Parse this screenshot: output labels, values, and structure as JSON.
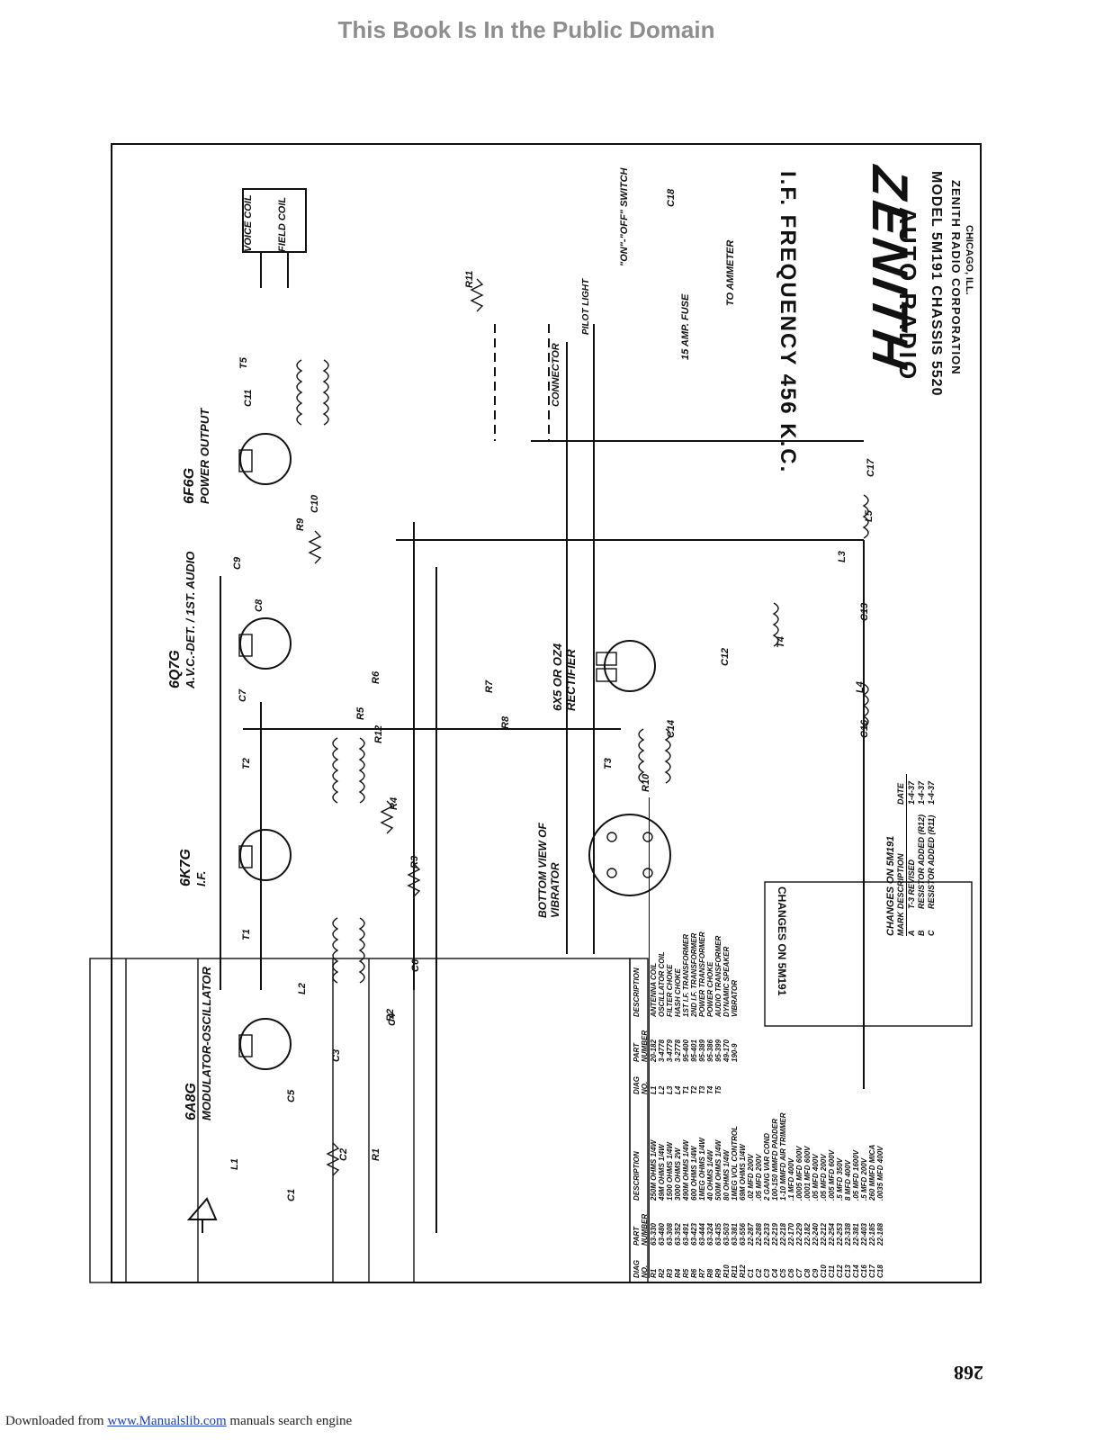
{
  "header": {
    "banner": "This Book Is In the Public Domain"
  },
  "footer": {
    "prefix": "Downloaded from ",
    "link": "www.Manualslib.com",
    "suffix": " manuals search engine"
  },
  "page_number": "268",
  "title_block": {
    "if_frequency": "I.F. FREQUENCY 456 K.C.",
    "brand": "ZENITH",
    "product": "AUTO RADIO",
    "model": "MODEL 5M191   CHASSIS 5520",
    "company": "ZENITH RADIO CORPORATION",
    "city": "CHICAGO, ILL."
  },
  "tubes": [
    {
      "type": "6A8G",
      "function": "MODULATOR-OSCILLATOR"
    },
    {
      "type": "6K7G",
      "function": "I.F."
    },
    {
      "type": "6Q7G",
      "function": "A.V.C.-DET. / 1ST. AUDIO"
    },
    {
      "type": "6F6G",
      "function": "POWER OUTPUT"
    },
    {
      "type": "6X5 OR OZ4",
      "function": "RECTIFIER"
    }
  ],
  "labels": {
    "voice_coil": "VOICE COIL",
    "field_coil": "FIELD COIL",
    "on_off_switch": "\"ON\"-\"OFF\" SWITCH",
    "pilot_light": "PILOT LIGHT",
    "connector": "CONNECTOR",
    "fuse": "15 AMP. FUSE",
    "to_ammeter": "TO AMMETER",
    "vibrator_view": "BOTTOM VIEW OF VIBRATOR"
  },
  "changes": {
    "title": "CHANGES ON 5M191",
    "headers": [
      "MARK",
      "DESCRIPTION",
      "DATE"
    ],
    "rows": [
      [
        "A",
        "T-3 REVISED",
        "1-4-37"
      ],
      [
        "B",
        "RESISTOR ADDED (R12)",
        "1-4-37"
      ],
      [
        "C",
        "RESISTOR ADDED (R11)",
        "1-4-37"
      ]
    ]
  },
  "parts_table_left": {
    "headers": [
      "DIAG NO.",
      "PART NUMBER",
      "DESCRIPTION"
    ],
    "rows": [
      [
        "R1",
        "63-330",
        "250M OHMS 1/4W"
      ],
      [
        "R2",
        "63-480",
        "49M OHMS 1/4W"
      ],
      [
        "R3",
        "63-308",
        "1500 OHMS 1/4W"
      ],
      [
        "R4",
        "63-352",
        "3000 OHMS 2W"
      ],
      [
        "R5",
        "63-491",
        "490M OHMS 1/4W"
      ],
      [
        "R6",
        "63-423",
        "600 OHMS 1/4W"
      ],
      [
        "R7",
        "63-444",
        "1MEG OHMS 1/4W"
      ],
      [
        "R8",
        "63-324",
        "40 OHMS 1/4W"
      ],
      [
        "R9",
        "63-435",
        "500M OHMS 1/4W"
      ],
      [
        "R10",
        "63-503",
        "80 OHMS 1/4W"
      ],
      [
        "R11",
        "63-381",
        "1MEG VOL CONTROL"
      ],
      [
        "R12",
        "63-556",
        "69M OHMS 1/4W"
      ],
      [
        "C1",
        "22-287",
        ".02 MFD 200V"
      ],
      [
        "C2",
        "22-288",
        ".05 MFD 200V"
      ],
      [
        "C3",
        "22-233",
        "2 GANG VAR COND"
      ],
      [
        "C4",
        "22-219",
        "100-150 MMFD PADDER"
      ],
      [
        "C5",
        "22-218",
        "1-10 MMFD AIR TRIMMER"
      ],
      [
        "C6",
        "22-170",
        ".1 MFD 400V"
      ],
      [
        "C7",
        "22-229",
        ".0005 MFD 600V"
      ],
      [
        "C8",
        "22-182",
        ".0001 MFD 600V"
      ],
      [
        "C9",
        "22-240",
        ".05 MFD 400V"
      ],
      [
        "C10",
        "22-212",
        ".05 MFD 200V"
      ],
      [
        "C11",
        "22-254",
        ".005 MFD 600V"
      ],
      [
        "C12",
        "22-253",
        ".5 MFD 350V"
      ],
      [
        "C13",
        "22-338",
        "8 MFD 400V"
      ],
      [
        "C14",
        "22-381",
        ".05 MFD 1600V"
      ],
      [
        "C16",
        "22-403",
        ".5 MFD 200V"
      ],
      [
        "C17",
        "22-185",
        "260 MMFD MICA"
      ],
      [
        "C18",
        "22-188",
        ".0035 MFD 400V"
      ]
    ]
  },
  "parts_table_right": {
    "headers": [
      "DIAG NO.",
      "PART NUMBER",
      "DESCRIPTION"
    ],
    "rows": [
      [
        "L1",
        "20-182",
        "ANTENNA COIL"
      ],
      [
        "L2",
        "3-4778",
        "OSCILLATOR COIL"
      ],
      [
        "L3",
        "3-4779",
        "FILTER CHOKE"
      ],
      [
        "L4",
        "3-2778",
        "HASH CHOKE"
      ],
      [
        "T1",
        "95-400",
        "1ST I.F. TRANSFORMER"
      ],
      [
        "T2",
        "95-401",
        "2ND I.F. TRANSFORMER"
      ],
      [
        "T3",
        "95-389",
        "POWER TRANSFORMER"
      ],
      [
        "T4",
        "95-386",
        "POWER CHOKE"
      ],
      [
        "T5",
        "95-399",
        "AUDIO TRANSFORMER"
      ],
      [
        "",
        "49-170",
        "DYNAMIC SPEAKER"
      ],
      [
        "",
        "190-9",
        "VIBRATOR"
      ]
    ]
  },
  "component_labels": [
    "L1",
    "L2",
    "L3",
    "L4",
    "L5",
    "T1",
    "T2",
    "T3",
    "T4",
    "T5",
    "C1",
    "C2",
    "C3",
    "C4",
    "C5",
    "C6",
    "C7",
    "C8",
    "C9",
    "C10",
    "C11",
    "C12",
    "C13",
    "C14",
    "C16",
    "C17",
    "C18",
    "R1",
    "R2",
    "R3",
    "R4",
    "R5",
    "R6",
    "R7",
    "R8",
    "R9",
    "R10",
    "R11",
    "R12"
  ]
}
